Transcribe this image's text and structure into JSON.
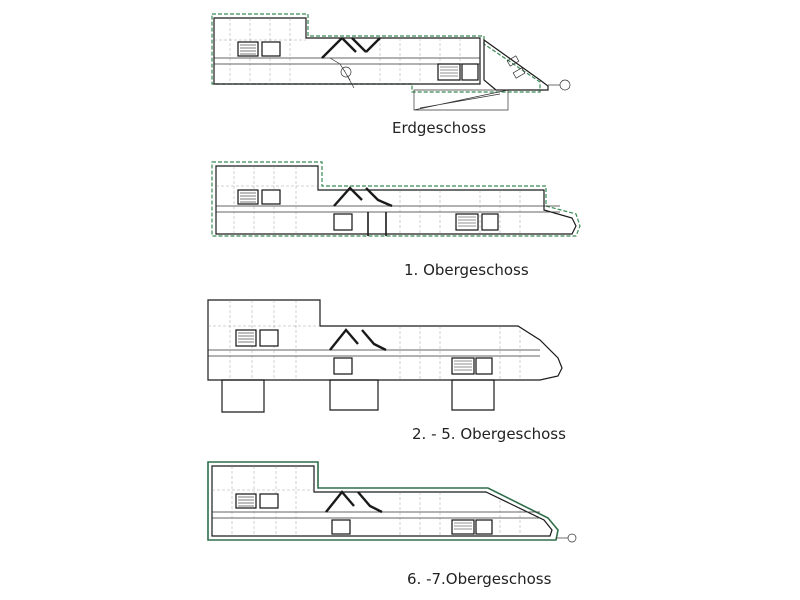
{
  "floors": [
    {
      "id": "eg",
      "caption": "Erdgeschoss"
    },
    {
      "id": "og1",
      "caption": "1. Obergeschoss"
    },
    {
      "id": "og2_5",
      "caption": "2. - 5. Obergeschoss"
    },
    {
      "id": "og6_7",
      "caption": "6. -7.Obergeschoss"
    }
  ],
  "colors": {
    "wall": "#1a1a1a",
    "facade_outline": "#3a8a55",
    "grid": "#8a8a8a",
    "caption_text": "#222222"
  }
}
